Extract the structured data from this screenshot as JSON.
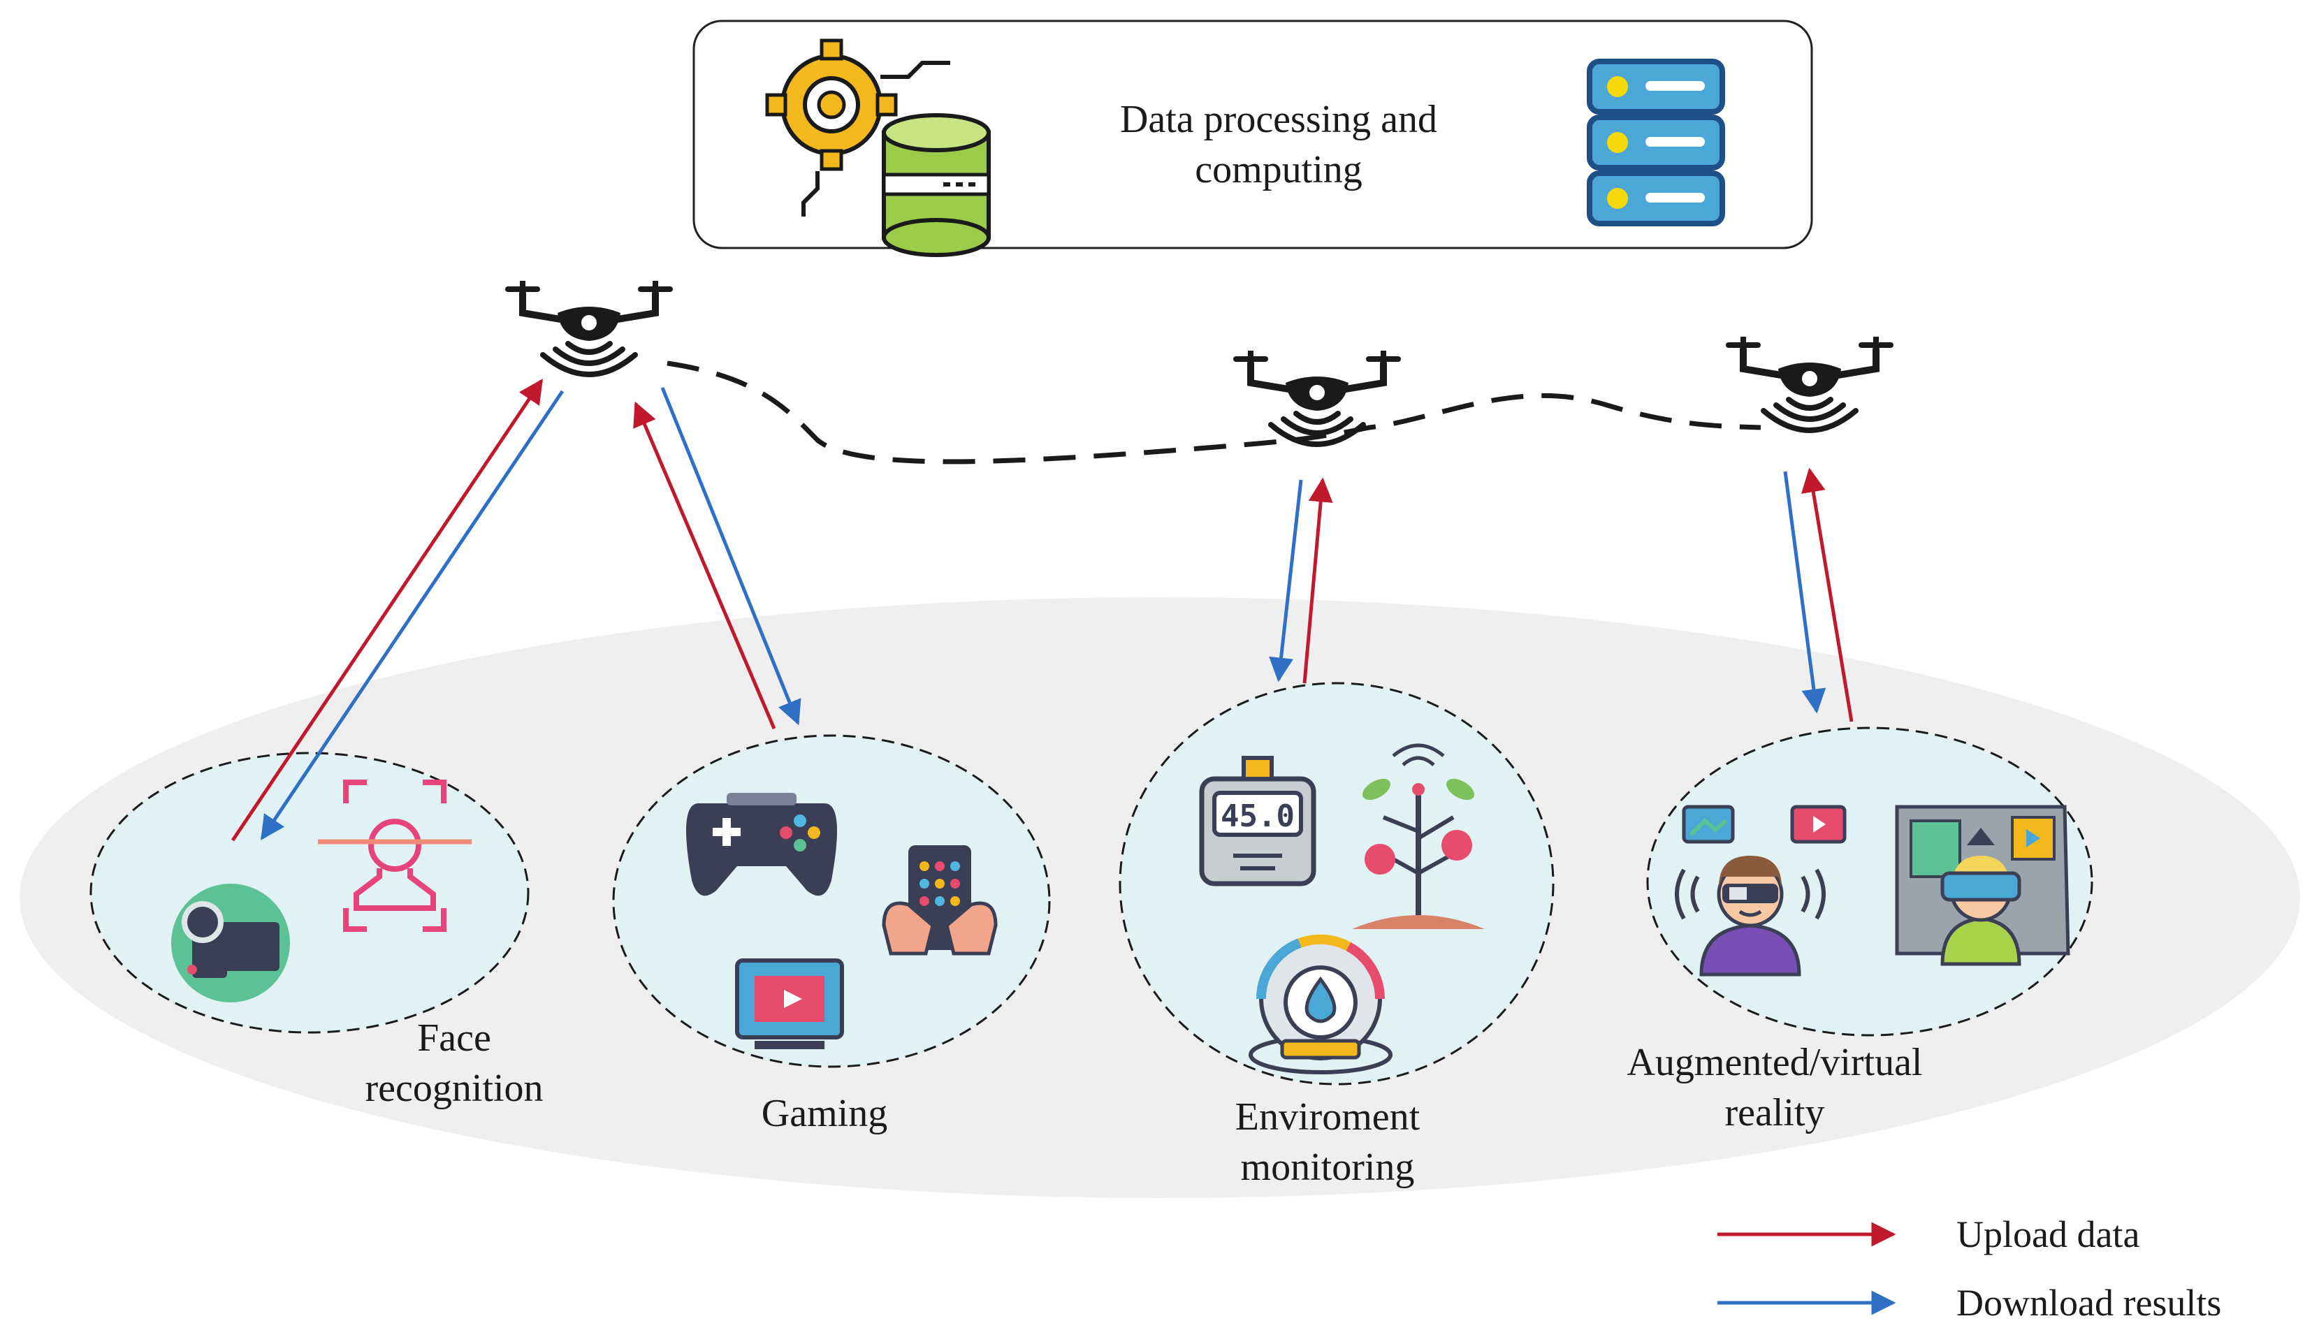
{
  "data_center": {
    "label_line1": "Data processing and",
    "label_line2": "computing",
    "icons": [
      "gear-database-icon",
      "server-rack-icon"
    ]
  },
  "clusters": [
    {
      "label_line1": "Face",
      "label_line2": "recognition",
      "icons": [
        "video-camera-icon",
        "face-scan-icon"
      ]
    },
    {
      "label_line1": "Gaming",
      "label_line2": "",
      "icons": [
        "gamepad-icon",
        "handheld-game-icon",
        "video-monitor-icon"
      ]
    },
    {
      "label_line1": "Enviroment",
      "label_line2": "monitoring",
      "icons": [
        "sensor-meter-icon",
        "smart-plant-icon",
        "water-sensor-icon"
      ]
    },
    {
      "label_line1": "Augmented/virtual",
      "label_line2": "reality",
      "icons": [
        "ar-glasses-user-icon",
        "vr-headset-user-icon"
      ]
    }
  ],
  "meter_reading": "45.0",
  "legend": {
    "upload_label": "Upload data",
    "download_label": "Download results",
    "upload_color": "#c0192b",
    "download_color": "#2f6fc6"
  }
}
